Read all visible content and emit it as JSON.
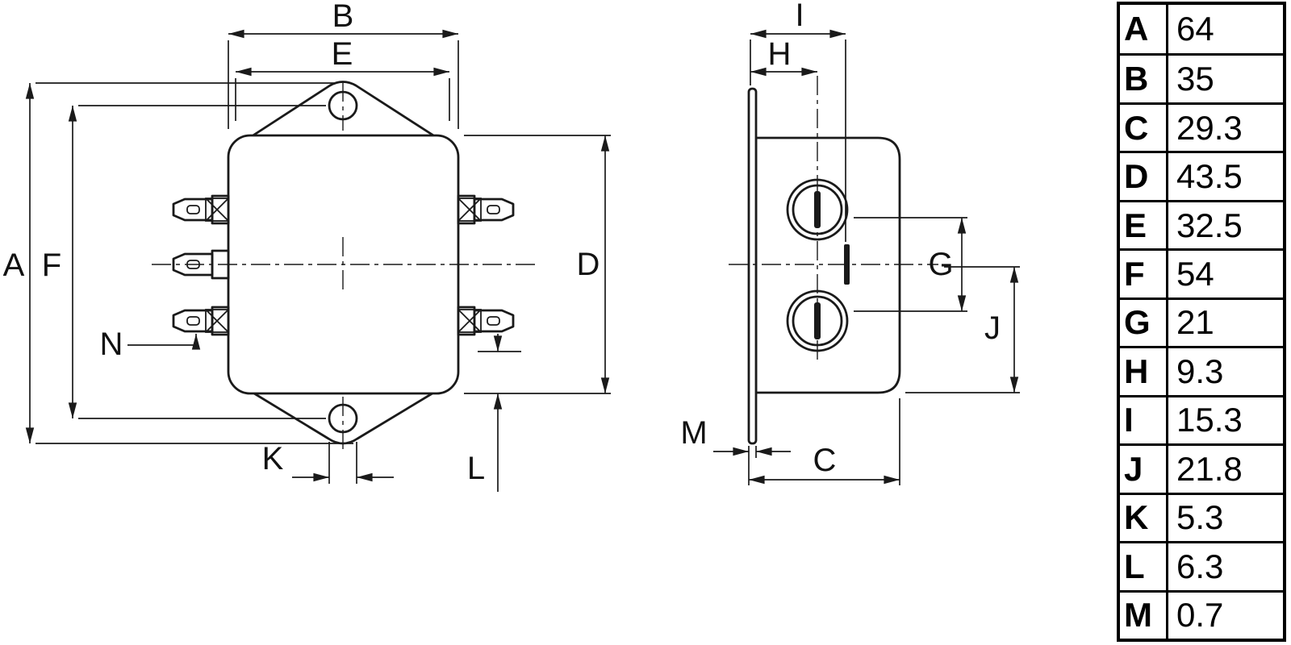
{
  "colors": {
    "line": "#1a1a1a",
    "text": "#000000",
    "background": "#ffffff"
  },
  "dimension_table": {
    "rows": [
      {
        "label": "A",
        "value": "64"
      },
      {
        "label": "B",
        "value": "35"
      },
      {
        "label": "C",
        "value": "29.3"
      },
      {
        "label": "D",
        "value": "43.5"
      },
      {
        "label": "E",
        "value": "32.5"
      },
      {
        "label": "F",
        "value": "54"
      },
      {
        "label": "G",
        "value": "21"
      },
      {
        "label": "H",
        "value": "9.3"
      },
      {
        "label": "I",
        "value": "15.3"
      },
      {
        "label": "J",
        "value": "21.8"
      },
      {
        "label": "K",
        "value": "5.3"
      },
      {
        "label": "L",
        "value": "6.3"
      },
      {
        "label": "M",
        "value": "0.7"
      }
    ]
  },
  "front_view": {
    "labels": {
      "B": "B",
      "E": "E",
      "A": "A",
      "F": "F",
      "D": "D",
      "K": "K",
      "L": "L",
      "N": "N"
    }
  },
  "side_view": {
    "labels": {
      "I": "I",
      "H": "H",
      "G": "G",
      "J": "J",
      "M": "M",
      "C": "C"
    }
  }
}
